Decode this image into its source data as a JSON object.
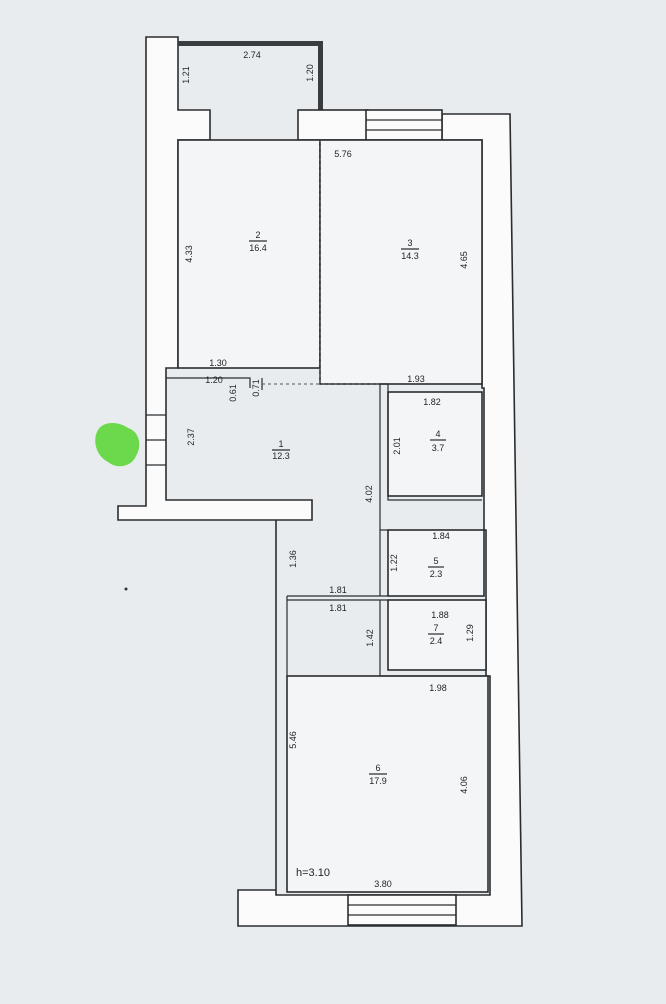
{
  "plan": {
    "height_label": "h=3.10",
    "rooms": [
      {
        "id": "room-1",
        "number": "1",
        "area": "12.3"
      },
      {
        "id": "room-2",
        "number": "2",
        "area": "16.4"
      },
      {
        "id": "room-3",
        "number": "3",
        "area": "14.3"
      },
      {
        "id": "room-4",
        "number": "4",
        "area": "3.7"
      },
      {
        "id": "room-5",
        "number": "5",
        "area": "2.3"
      },
      {
        "id": "room-6",
        "number": "6",
        "area": "17.9"
      },
      {
        "id": "room-7",
        "number": "7",
        "area": "2.4"
      }
    ],
    "dimensions": {
      "balcony_width": "2.74",
      "balcony_left_depth": "1.21",
      "balcony_right_depth": "1.20",
      "top_span": "5.76",
      "room2_height": "4.33",
      "room3_height": "4.65",
      "room2_bottom_width": "1.30",
      "hall_nook_width": "1.20",
      "hall_nook_depth_a": "0.61",
      "hall_nook_depth_b": "0.71",
      "hall_right_width": "1.93",
      "room4_width": "1.82",
      "room4_height": "2.01",
      "hall_height": "2.37",
      "corridor_height": "4.02",
      "room5_width": "1.84",
      "room5_height": "1.22",
      "corridor_lower_height": "1.36",
      "corridor_width_a": "1.81",
      "corridor_width_b": "1.81",
      "room7_width": "1.88",
      "room7_height": "1.29",
      "room7_left_height": "1.42",
      "room6_top_width": "1.98",
      "room6_height_left": "5.46",
      "room6_height_right": "4.06",
      "room6_bottom_width": "3.80"
    }
  }
}
